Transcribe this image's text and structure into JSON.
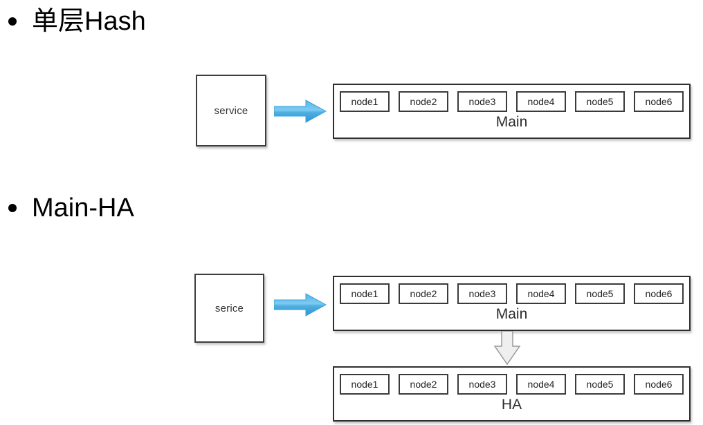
{
  "slide": {
    "background_color": "#ffffff",
    "bullets": [
      {
        "text": "单层Hash"
      },
      {
        "text": "Main-HA"
      }
    ]
  },
  "colors": {
    "arrow_blue_light": "#6FC2EC",
    "arrow_blue_mid": "#41A6DC",
    "arrow_blue_dark": "#2E90C9",
    "arrow_gray_fill": "#EDEDED",
    "arrow_gray_stroke": "#9A9A9A",
    "box_border": "#3a3a3a",
    "text_dark": "#222222"
  },
  "diagram_1": {
    "name": "single-layer-hash",
    "service": {
      "label": "service"
    },
    "arrow": {
      "name": "blue-right-arrow",
      "direction": "right"
    },
    "main_group": {
      "label": "Main",
      "nodes": [
        {
          "label": "node1"
        },
        {
          "label": "node2"
        },
        {
          "label": "node3"
        },
        {
          "label": "node4"
        },
        {
          "label": "node5"
        },
        {
          "label": "node6"
        }
      ]
    }
  },
  "diagram_2": {
    "name": "main-ha",
    "service": {
      "label": "serice"
    },
    "arrow": {
      "name": "blue-right-arrow",
      "direction": "right"
    },
    "replication_arrow": {
      "name": "gray-down-arrow",
      "direction": "down"
    },
    "main_group": {
      "label": "Main",
      "nodes": [
        {
          "label": "node1"
        },
        {
          "label": "node2"
        },
        {
          "label": "node3"
        },
        {
          "label": "node4"
        },
        {
          "label": "node5"
        },
        {
          "label": "node6"
        }
      ]
    },
    "ha_group": {
      "label": "HA",
      "nodes": [
        {
          "label": "node1"
        },
        {
          "label": "node2"
        },
        {
          "label": "node3"
        },
        {
          "label": "node4"
        },
        {
          "label": "node5"
        },
        {
          "label": "node6"
        }
      ]
    }
  }
}
